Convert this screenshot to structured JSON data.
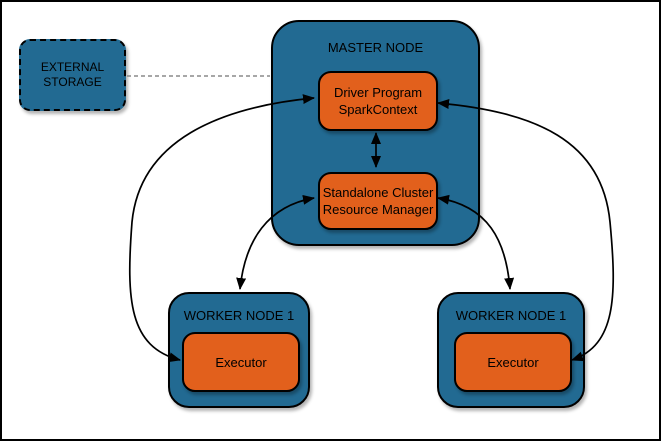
{
  "diagram": {
    "title_implicit": "Spark standalone cluster architecture",
    "colors": {
      "container_fill": "#226A92",
      "process_fill": "#E2601C",
      "stroke": "#000000",
      "dashed_link": "#8A8A8A",
      "background": "#FFFFFF",
      "frame": "#000000"
    },
    "nodes": {
      "external_storage": {
        "line1": "EXTERNAL",
        "line2": "STORAGE"
      },
      "master": {
        "title": "MASTER NODE",
        "driver_program": {
          "line1": "Driver Program",
          "line2": "SparkContext"
        },
        "resource_manager": {
          "line1": "Standalone Cluster",
          "line2": "Resource Manager"
        }
      },
      "worker_left": {
        "title": "WORKER NODE 1",
        "executor_label": "Executor"
      },
      "worker_right": {
        "title": "WORKER NODE 1",
        "executor_label": "Executor"
      }
    },
    "edges": [
      {
        "from": "external_storage",
        "to": "master_node",
        "style": "dashed",
        "direction": "none"
      },
      {
        "from": "driver_program",
        "to": "resource_manager",
        "style": "solid",
        "direction": "both"
      },
      {
        "from": "driver_program",
        "to": "worker_left_executor",
        "style": "solid",
        "direction": "both"
      },
      {
        "from": "driver_program",
        "to": "worker_right_executor",
        "style": "solid",
        "direction": "both"
      },
      {
        "from": "resource_manager",
        "to": "worker_left_node",
        "style": "solid",
        "direction": "both"
      },
      {
        "from": "resource_manager",
        "to": "worker_right_node",
        "style": "solid",
        "direction": "both"
      }
    ]
  }
}
